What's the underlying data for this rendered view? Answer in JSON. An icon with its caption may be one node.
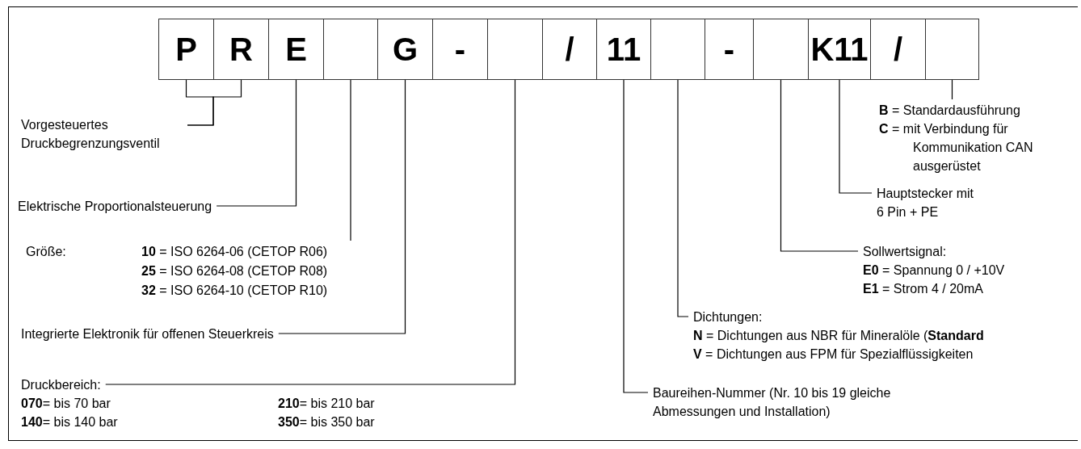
{
  "diagram": {
    "nodes": [
      {
        "text": [
          "P"
        ]
      },
      {
        "text": [
          "R"
        ]
      },
      {
        "text": [
          "E"
        ]
      },
      {
        "text": [],
        "shape": "box"
      },
      {
        "text": [
          "G"
        ]
      },
      {
        "text": [
          "-"
        ]
      },
      {
        "text": [],
        "shape": "box"
      },
      {
        "text": [
          "/"
        ]
      },
      {
        "text": [
          "11"
        ]
      },
      {
        "text": [],
        "shape": "box"
      },
      {
        "text": [
          "-"
        ]
      },
      {
        "text": [],
        "shape": "box"
      },
      {
        "text": [
          "K11"
        ]
      },
      {
        "text": [
          "/"
        ]
      },
      {
        "text": [],
        "shape": "box"
      },
      {
        "text": [
          "Vorgesteuertes Druckbegrenzungsventil"
        ]
      },
      {
        "text": [
          "Elektrische Proportionalsteuerung"
        ]
      },
      {
        "text": [
          "Größe:",
          "**10** = ISO 6264-06 (CETOP R06)",
          "**25** = ISO 6264-08 (CETOP R08)",
          "**32** = ISO 6264-10 (CETOP R10)"
        ]
      },
      {
        "text": [
          "Integrierte Elektronik für offenen Steuerkreis"
        ]
      },
      {
        "text": [
          "Druckbereich:",
          "**070**= bis 70 bar",
          "**140**= bis 140 bar",
          "**210**= bis 210 bar",
          "**350**= bis 350 bar"
        ]
      },
      {
        "text": [
          "Baureihen-Nummer (Nr. 10 bis 19 gleiche Abmessungen und Installation)"
        ]
      },
      {
        "text": [
          "Dichtungen:",
          "**N** = Dichtungen aus NBR für Mineralöle (**Standard**",
          "**V** = Dichtungen aus FPM für Spezialflüssigkeiten"
        ]
      },
      {
        "text": [
          "Sollwertsignal:",
          "**E0** = Spannung 0 / +10V",
          "**E1** = Strom 4 / 20mA"
        ]
      },
      {
        "text": [
          "Hauptstecker mit 6 Pin + PE"
        ]
      },
      {
        "text": [
          "**B** = Standardausführung",
          "**C** = mit Verbindung für Kommunikation CAN ausgerüstet"
        ]
      }
    ],
    "edges": [
      {
        "from": 0,
        "to": 15,
        "arrow": "none"
      },
      {
        "from": 1,
        "to": 15,
        "arrow": "none"
      },
      {
        "from": 2,
        "to": 16,
        "arrow": "none"
      },
      {
        "from": 3,
        "to": 17,
        "arrow": "none"
      },
      {
        "from": 4,
        "to": 18,
        "arrow": "none"
      },
      {
        "from": 6,
        "to": 19,
        "arrow": "none"
      },
      {
        "from": 8,
        "to": 20,
        "arrow": "none"
      },
      {
        "from": 9,
        "to": 21,
        "arrow": "none"
      },
      {
        "from": 11,
        "to": 22,
        "arrow": "none"
      },
      {
        "from": 12,
        "to": 23,
        "arrow": "none"
      },
      {
        "from": 14,
        "to": 24,
        "arrow": "none"
      }
    ]
  }
}
